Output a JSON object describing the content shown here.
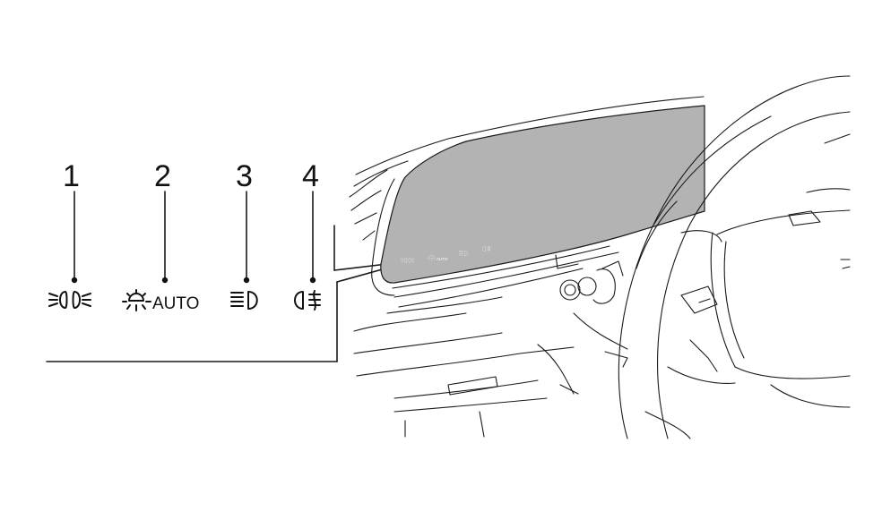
{
  "callouts": [
    {
      "number": "1",
      "icon": "front-position-lamp-icon"
    },
    {
      "number": "2",
      "icon": "auto-light-icon",
      "text": "AUTO"
    },
    {
      "number": "3",
      "icon": "high-beam-icon"
    },
    {
      "number": "4",
      "icon": "rear-fog-lamp-icon"
    }
  ],
  "colors": {
    "line": "#1a1a1a",
    "display_panel": "#b3b3b3",
    "background": "#ffffff"
  }
}
